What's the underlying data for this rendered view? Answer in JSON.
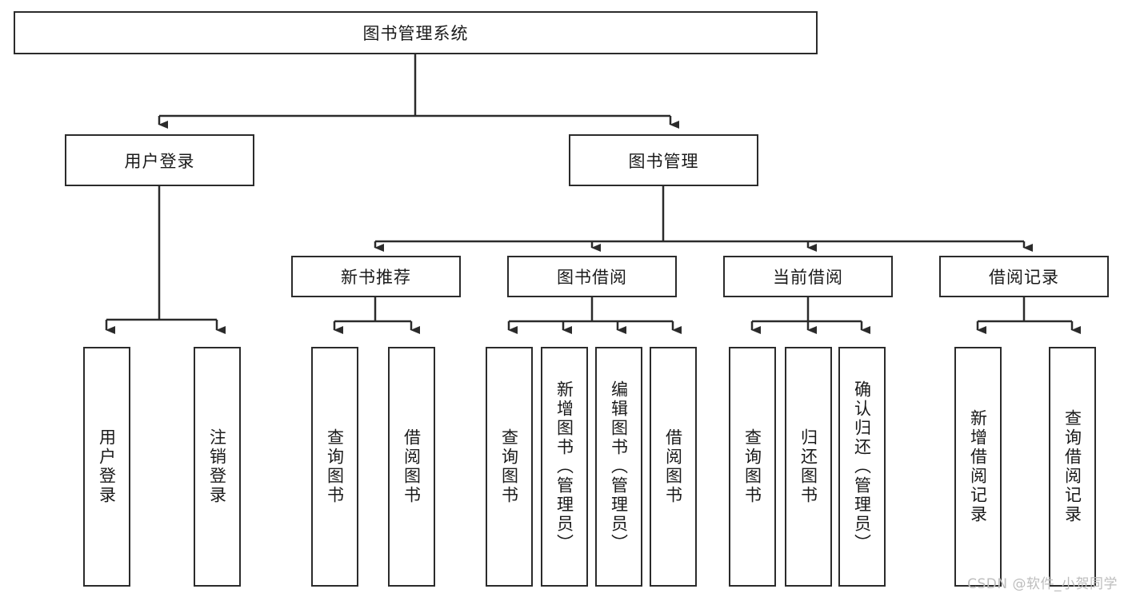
{
  "diagram": {
    "title": "图书管理系统",
    "type": "hierarchy-tree",
    "watermark": "CSDN @软件_小贺同学",
    "colors": {
      "stroke": "#2b2b2b",
      "fill": "#ffffff",
      "text": "#1a1a1a",
      "watermark": "#bdbdbd"
    },
    "nodes": {
      "root": {
        "label": "图书管理系统",
        "level": 1,
        "orientation": "horizontal"
      },
      "l2": [
        {
          "label": "用户登录",
          "orientation": "horizontal"
        },
        {
          "label": "图书管理",
          "orientation": "horizontal"
        }
      ],
      "l3": [
        {
          "label": "新书推荐",
          "orientation": "horizontal"
        },
        {
          "label": "图书借阅",
          "orientation": "horizontal"
        },
        {
          "label": "当前借阅",
          "orientation": "horizontal"
        },
        {
          "label": "借阅记录",
          "orientation": "horizontal"
        }
      ],
      "leaves": [
        {
          "label": "用户登录",
          "parent": "用户登录",
          "orientation": "vertical"
        },
        {
          "label": "注销登录",
          "parent": "用户登录",
          "orientation": "vertical"
        },
        {
          "label": "查询图书",
          "parent": "新书推荐",
          "orientation": "vertical"
        },
        {
          "label": "借阅图书",
          "parent": "新书推荐",
          "orientation": "vertical"
        },
        {
          "label": "查询图书",
          "parent": "图书借阅",
          "orientation": "vertical"
        },
        {
          "label": "新增图书（管理员）",
          "parent": "图书借阅",
          "orientation": "vertical"
        },
        {
          "label": "编辑图书（管理员）",
          "parent": "图书借阅",
          "orientation": "vertical"
        },
        {
          "label": "借阅图书",
          "parent": "图书借阅",
          "orientation": "vertical"
        },
        {
          "label": "查询图书",
          "parent": "当前借阅",
          "orientation": "vertical"
        },
        {
          "label": "归还图书",
          "parent": "当前借阅",
          "orientation": "vertical"
        },
        {
          "label": "确认归还（管理员）",
          "parent": "当前借阅",
          "orientation": "vertical"
        },
        {
          "label": "新增借阅记录",
          "parent": "借阅记录",
          "orientation": "vertical"
        },
        {
          "label": "查询借阅记录",
          "parent": "借阅记录",
          "orientation": "vertical"
        }
      ]
    }
  }
}
